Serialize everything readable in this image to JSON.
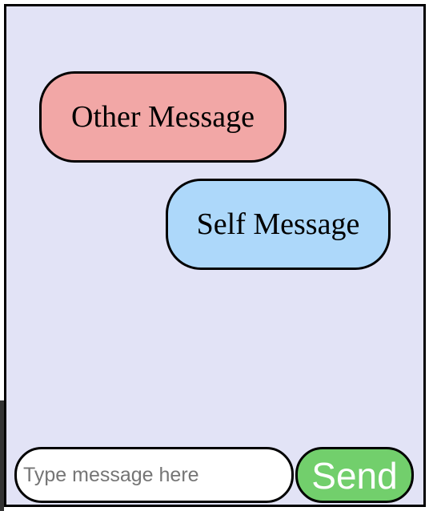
{
  "messages": [
    {
      "sender": "other",
      "text": "Other Message"
    },
    {
      "sender": "self",
      "text": "Self Message"
    }
  ],
  "composer": {
    "input_value": "",
    "input_placeholder": "Type message here",
    "send_label": "Send"
  },
  "colors": {
    "chat_background": "#e2e3f6",
    "other_bubble": "#f2a7a6",
    "self_bubble": "#add8fa",
    "send_button": "#72cf6c",
    "send_text": "#ffffff",
    "border": "#000000"
  }
}
